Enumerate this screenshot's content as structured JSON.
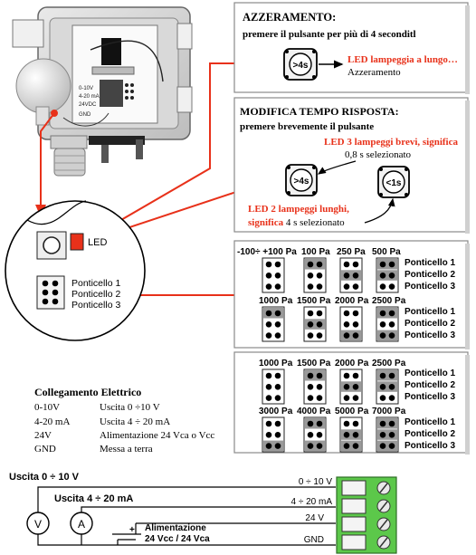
{
  "device": {
    "terminal_labels": [
      "0-10V",
      "4-20 mA",
      "24VDC",
      "GND"
    ]
  },
  "azzeramento": {
    "title": "AZZERAMENTO:",
    "instruction": "premere il pulsante per più di 4 seconditl",
    "button_label": ">4s",
    "led_text": "LED lampeggia a lungo…",
    "result_text": "Azzeramento"
  },
  "modifica": {
    "title": "MODIFICA TEMPO RISPOSTA:",
    "instruction": "premere brevemente il pulsante",
    "led3_text_line1": "LED 3  lampeggi brevi, significa",
    "led3_text_line2": "0,8 s selezionato",
    "led2_text_line1": "LED 2  lampeggi lunghi,",
    "led2_text_line2_red": "significa",
    "led2_text_line2_black": " 4 s selezionato",
    "button_long": ">4s",
    "button_short": "<1s"
  },
  "detail": {
    "led_label": "LED",
    "jumpers": [
      "Ponticello 1",
      "Ponticello 2",
      "Ponticello 3"
    ]
  },
  "range_panel_1": {
    "row1_labels": [
      "-100÷ +100 Pa",
      "100 Pa",
      "250 Pa",
      "500 Pa"
    ],
    "row2_labels": [
      "1000 Pa",
      "1500 Pa",
      "2000 Pa",
      "2500 Pa"
    ],
    "jumper_labels": [
      "Ponticello 1",
      "Ponticello 2",
      "Ponticello 3"
    ]
  },
  "range_panel_2": {
    "row1_labels": [
      "1000 Pa",
      "1500 Pa",
      "2000 Pa",
      "2500 Pa"
    ],
    "row2_labels": [
      "3000 Pa",
      "4000 Pa",
      "5000 Pa",
      "7000 Pa"
    ],
    "jumper_labels": [
      "Ponticello 1",
      "Ponticello 2",
      "Ponticello 3"
    ]
  },
  "collegamento": {
    "title": "Collegamento Elettrico",
    "rows": [
      {
        "term": "0-10V",
        "desc": "Uscita 0 ÷10 V"
      },
      {
        "term": "4-20 mA",
        "desc": "Uscita 4 ÷ 20 mA"
      },
      {
        "term": "24V",
        "desc": "Alimentazione 24 Vca o Vcc"
      },
      {
        "term": "GND",
        "desc": "Messa a terra"
      }
    ]
  },
  "wiring": {
    "out_v_label": "Uscita 0 ÷ 10 V",
    "out_ma_label": "Uscita 4 ÷ 20 mA",
    "meter_v": "V",
    "meter_a": "A",
    "supply_line1": "Alimentazione",
    "supply_line2": "24 Vcc / 24 Vca",
    "plus_sign": "+",
    "terminals": [
      "0 ÷ 10 V",
      "4 ÷ 20 mA",
      "24 V",
      "GND"
    ]
  },
  "colors": {
    "red": "#e8311a",
    "terminal_green": "#5cc84a",
    "jumper_grey": "#9a9a9a",
    "panel_border": "#8a8a8a"
  }
}
